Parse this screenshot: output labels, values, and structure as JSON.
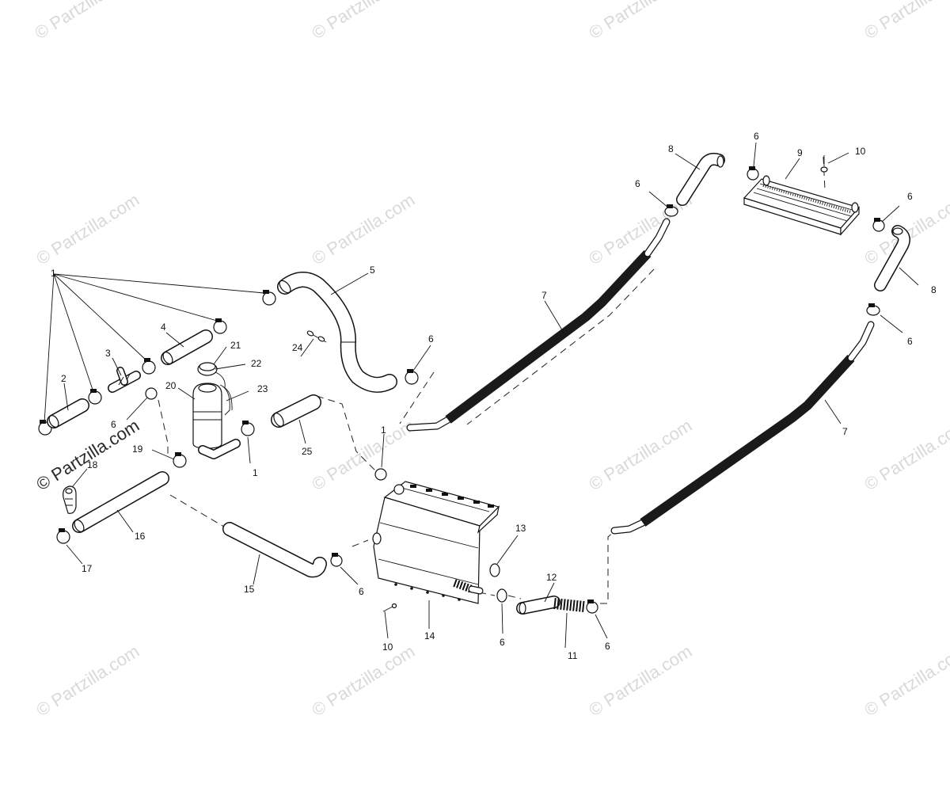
{
  "watermarks": {
    "text": "© Partzilla.com"
  },
  "callouts": {
    "c1_a": "1",
    "c1_b": "1",
    "c1_c": "1",
    "c2": "2",
    "c3": "3",
    "c4": "4",
    "c5": "5",
    "c6_a": "6",
    "c6_b": "6",
    "c6_c": "6",
    "c6_d": "6",
    "c6_e": "6",
    "c6_f": "6",
    "c6_g": "6",
    "c6_h": "6",
    "c6_i": "6",
    "c7_a": "7",
    "c7_b": "7",
    "c8_a": "8",
    "c8_b": "8",
    "c9": "9",
    "c10_a": "10",
    "c10_b": "10",
    "c11": "11",
    "c12": "12",
    "c13": "13",
    "c14": "14",
    "c15": "15",
    "c16": "16",
    "c17": "17",
    "c18": "18",
    "c19": "19",
    "c20": "20",
    "c21": "21",
    "c22": "22",
    "c23": "23",
    "c24": "24",
    "c25": "25"
  }
}
